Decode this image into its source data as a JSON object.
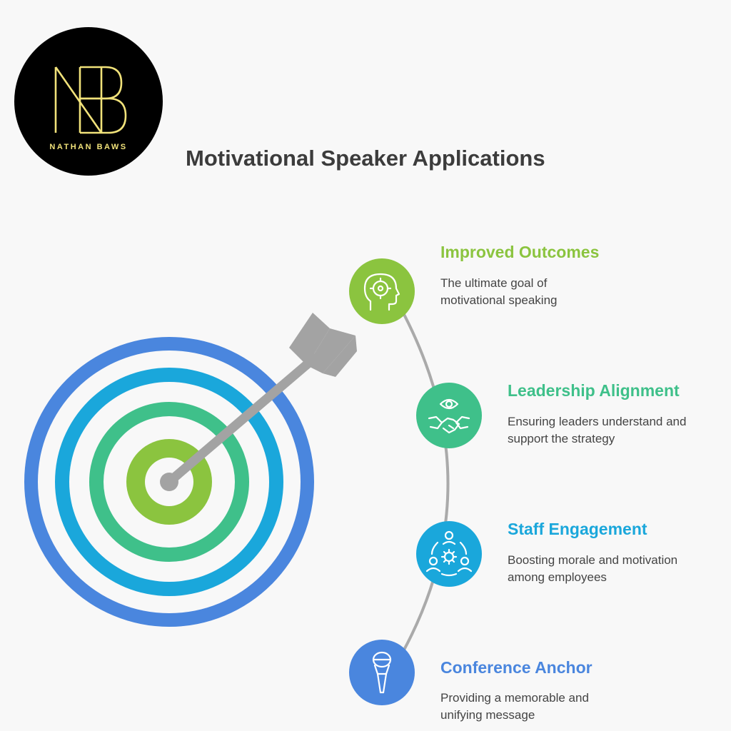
{
  "logo": {
    "monogram": "NB",
    "caption": "NATHAN BAWS"
  },
  "title": "Motivational Speaker Applications",
  "colors": {
    "green": "#8bc43f",
    "teal": "#3fc08a",
    "sky": "#1aa7db",
    "blue": "#4a86de",
    "arrow": "#a3a3a3",
    "logo_gold": "#f1e27a"
  },
  "items": [
    {
      "title": "Improved Outcomes",
      "description": "The ultimate goal of motivational speaking",
      "icon": "head-target-icon",
      "color": "#8bc43f"
    },
    {
      "title": "Leadership Alignment",
      "description": "Ensuring leaders understand and support the strategy",
      "icon": "eye-handshake-icon",
      "color": "#3fc08a"
    },
    {
      "title": "Staff Engagement",
      "description": "Boosting morale and motivation among employees",
      "icon": "team-gear-icon",
      "color": "#1aa7db"
    },
    {
      "title": "Conference Anchor",
      "description": "Providing a memorable and unifying message",
      "icon": "microphone-icon",
      "color": "#4a86de"
    }
  ]
}
